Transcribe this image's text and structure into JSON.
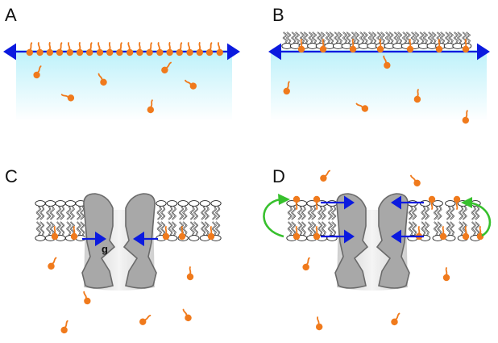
{
  "panels": [
    {
      "label": "A"
    },
    {
      "label": "B"
    },
    {
      "label": "C",
      "gate_label": "g"
    },
    {
      "label": "D"
    }
  ],
  "colors": {
    "surfactant": "#f07a1c",
    "arrow_blue": "#0b1adf",
    "arrow_green": "#37c02d",
    "channel_fill": "#a8a8a8",
    "channel_stroke": "#6a6a6a",
    "water_top": "#bdf1fa",
    "water_bottom": "#ffffff"
  },
  "icons": {
    "molecule": "surfactant-molecule-icon",
    "lipid": "lipid-tail-icon",
    "channel": "ion-channel-icon"
  }
}
